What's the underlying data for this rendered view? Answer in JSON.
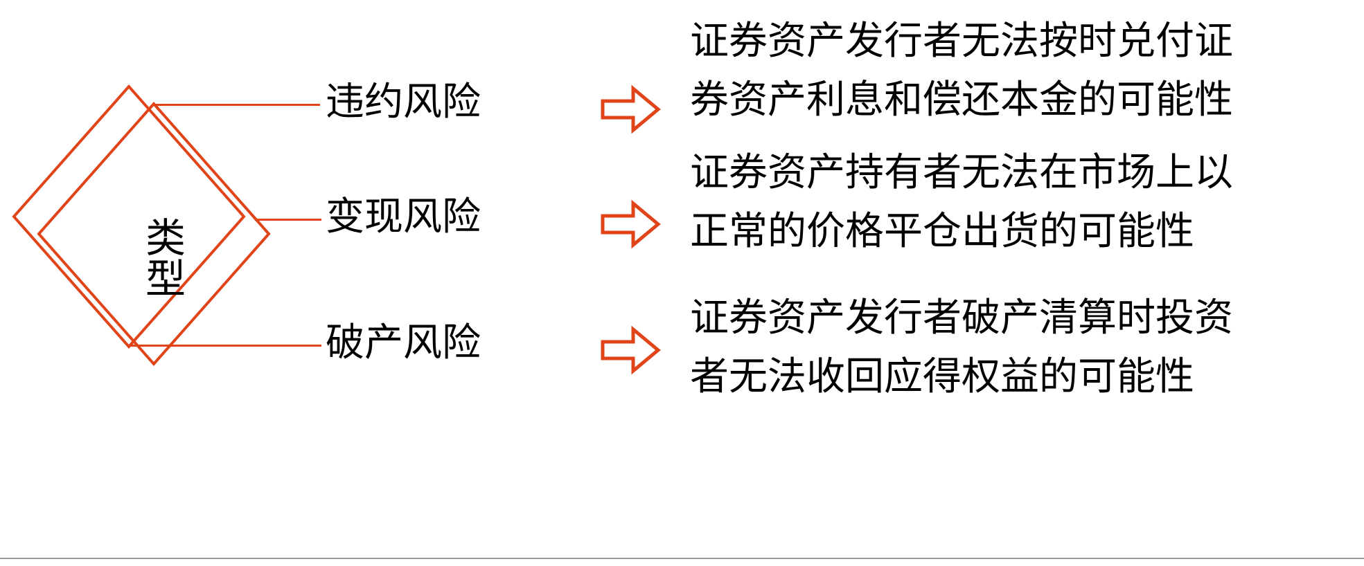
{
  "theme": {
    "accent": "#E2441A",
    "text": "#000000",
    "background": "#FFFFFF",
    "rule": "#9A9A9A"
  },
  "center": {
    "label_chars": [
      "类",
      "型"
    ],
    "label_text": "类型",
    "shape": "double-diamond"
  },
  "arrow_icon_name": "block-right-arrow-icon",
  "branches": [
    {
      "label": "违约风险",
      "arrow": "⇨",
      "description_lines": [
        "证券资产发行者无法按时兑付证",
        "券资产利息和偿还本金的可能性"
      ]
    },
    {
      "label": "变现风险",
      "arrow": "⇨",
      "description_lines": [
        "证券资产持有者无法在市场上以",
        "正常的价格平仓出货的可能性"
      ]
    },
    {
      "label": "破产风险",
      "arrow": "⇨",
      "description_lines": [
        "证券资产发行者破产清算时投资",
        "者无法收回应得权益的可能性"
      ]
    }
  ]
}
